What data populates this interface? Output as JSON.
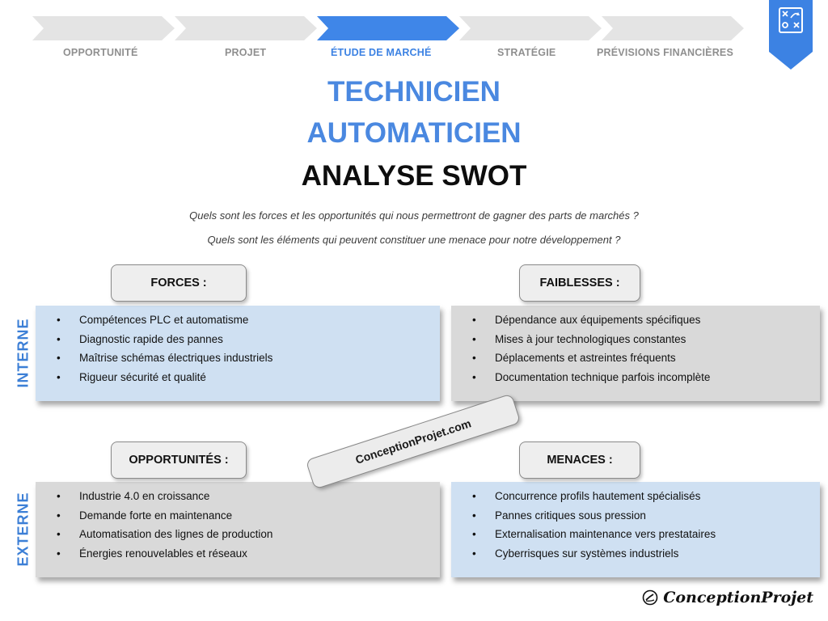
{
  "steps": {
    "items": [
      {
        "label": "OPPORTUNITÉ",
        "active": false
      },
      {
        "label": "PROJET",
        "active": false
      },
      {
        "label": "ÉTUDE DE MARCHÉ",
        "active": true
      },
      {
        "label": "STRATÉGIE",
        "active": false
      },
      {
        "label": "PRÉVISIONS FINANCIÈRES",
        "active": false
      }
    ]
  },
  "colors": {
    "accent_blue": "#3c82e3",
    "step_inactive": "#e4e4e4",
    "step_active": "#3f86e8",
    "box_blue": "#cfe0f2",
    "box_gray": "#d9d9d9"
  },
  "corner_icon": "strategy-board-icon",
  "title": {
    "line1": "TECHNICIEN",
    "line2": "AUTOMATICIEN",
    "line3": "ANALYSE SWOT"
  },
  "questions": {
    "q1": "Quels sont les forces et les opportunités qui nous permettront de gagner des parts de marchés ?",
    "q2": "Quels sont les éléments qui peuvent constituer une menace pour notre développement ?"
  },
  "side_labels": {
    "internal": "INTERNE",
    "external": "EXTERNE"
  },
  "swot": {
    "forces": {
      "label": "FORCES :",
      "items": [
        "Compétences PLC et automatisme",
        "Diagnostic rapide des pannes",
        "Maîtrise schémas électriques industriels",
        "Rigueur sécurité et qualité"
      ]
    },
    "faiblesses": {
      "label": "FAIBLESSES :",
      "items": [
        "Dépendance aux équipements spécifiques",
        "Mises à jour technologiques constantes",
        "Déplacements et astreintes fréquents",
        "Documentation technique parfois incomplète"
      ]
    },
    "opportunites": {
      "label": "OPPORTUNITÉS :",
      "items": [
        "Industrie 4.0 en croissance",
        "Demande forte en maintenance",
        "Automatisation des lignes de production",
        "Énergies renouvelables et réseaux"
      ]
    },
    "menaces": {
      "label": "MENACES :",
      "items": [
        "Concurrence profils hautement spécialisés",
        "Pannes critiques sous pression",
        "Externalisation maintenance vers prestataires",
        "Cyberrisques sur systèmes industriels"
      ]
    }
  },
  "watermark": "ConceptionProjet.com",
  "brand": {
    "name": "ConceptionProjet",
    "icon": "pen-logo-icon"
  }
}
